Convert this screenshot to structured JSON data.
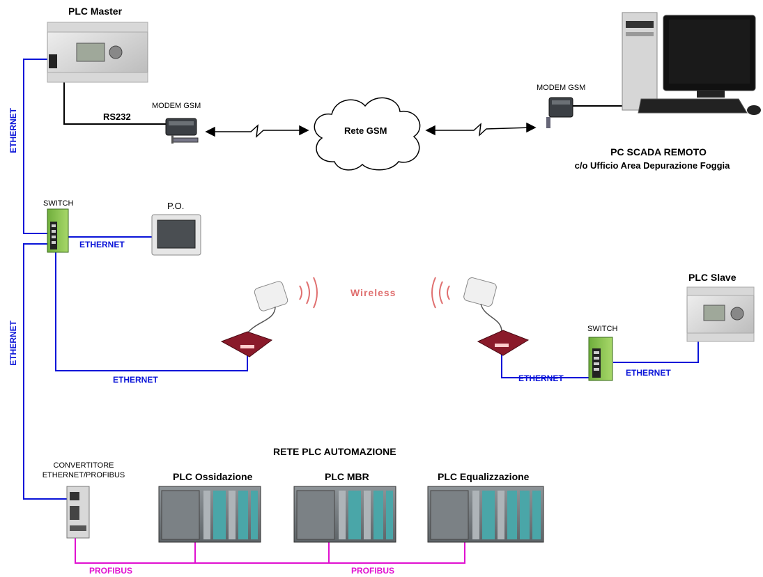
{
  "labels": {
    "plc_master": "PLC Master",
    "rs232": "RS232",
    "modem_gsm_left": "MODEM GSM",
    "modem_gsm_right": "MODEM GSM",
    "rete_gsm": "Rete GSM",
    "pc_scada_line1": "PC SCADA REMOTO",
    "pc_scada_line2": "c/o Ufficio Area Depurazione Foggia",
    "switch_top": "SWITCH",
    "switch_slave": "SWITCH",
    "po": "P.O.",
    "wireless": "Wireless",
    "plc_slave": "PLC Slave",
    "rete_plc": "RETE PLC AUTOMAZIONE",
    "convertitore_line1": "CONVERTITORE",
    "convertitore_line2": "ETHERNET/PROFIBUS",
    "plc_ossidazione": "PLC Ossidazione",
    "plc_mbr": "PLC MBR",
    "plc_equalizzazione": "PLC Equalizzazione"
  },
  "links": {
    "ethernet_vertical_top": "ETHERNET",
    "ethernet_vertical_bottom": "ETHERNET",
    "ethernet_po": "ETHERNET",
    "ethernet_bottom_left": "ETHERNET",
    "ethernet_bottom_right": "ETHERNET",
    "ethernet_slave": "ETHERNET",
    "profibus_left": "PROFIBUS",
    "profibus_right": "PROFIBUS"
  },
  "colors": {
    "ethernet": "#0a14d8",
    "profibus": "#e010d0",
    "serial": "#000000",
    "wireless": "#e07070"
  },
  "icons": {
    "plc": "plc-icon",
    "modem": "modem-icon",
    "cloud": "cloud-icon",
    "computer": "computer-icon",
    "switch": "switch-icon",
    "panel": "operator-panel-icon",
    "antenna": "antenna-icon",
    "router": "wireless-router-icon",
    "s7": "s7-plc-rack-icon",
    "converter": "converter-icon"
  }
}
